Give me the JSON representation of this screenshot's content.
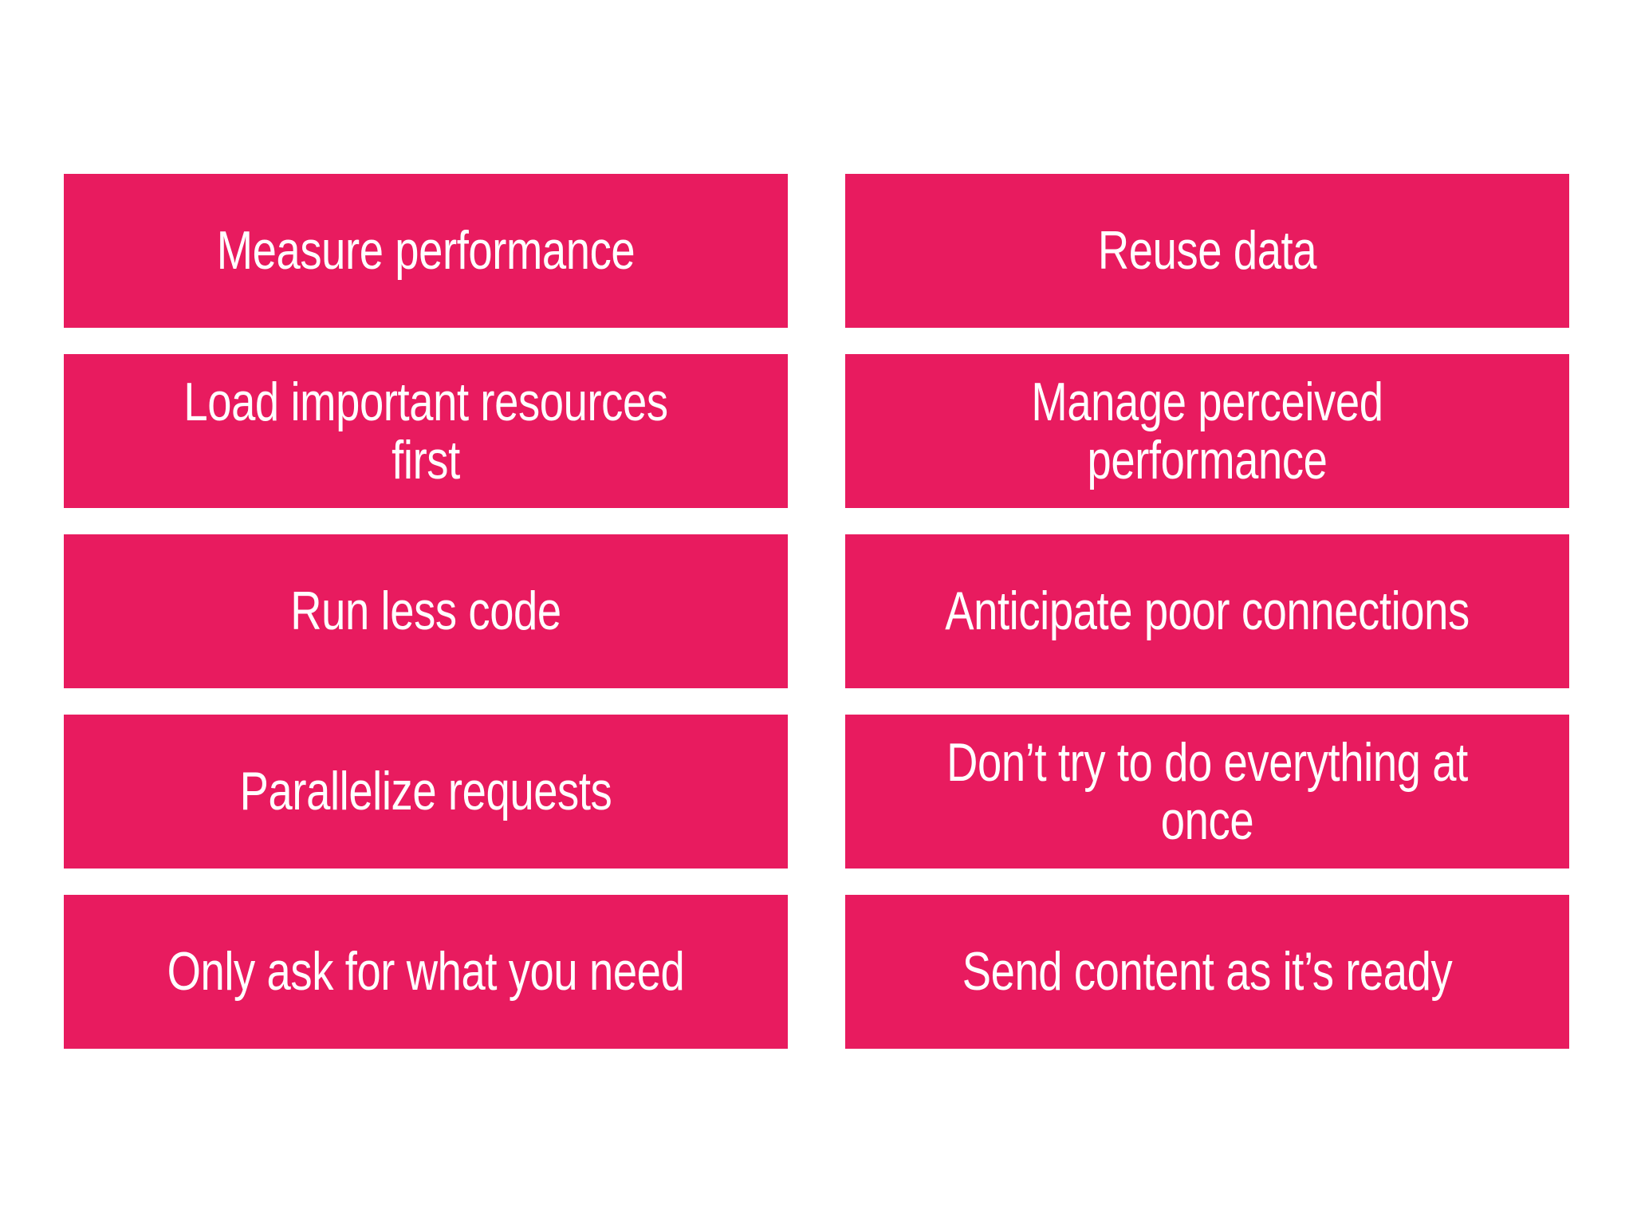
{
  "slide": {
    "background_color": "#ffffff",
    "card_color": "#e81b5f",
    "card_text_color": "#ffffff",
    "layout": "two-column-five-row-grid"
  },
  "columns": [
    {
      "name": "left-column",
      "cards": [
        {
          "label": "Measure performance"
        },
        {
          "label": "Load important resources first"
        },
        {
          "label": "Run less code"
        },
        {
          "label": "Parallelize requests"
        },
        {
          "label": "Only ask for what you need"
        }
      ]
    },
    {
      "name": "right-column",
      "cards": [
        {
          "label": "Reuse data"
        },
        {
          "label": "Manage perceived\nperformance"
        },
        {
          "label": "Anticipate poor connections"
        },
        {
          "label": "Don’t try to do everything at\nonce"
        },
        {
          "label": "Send content as it’s ready"
        }
      ]
    }
  ]
}
